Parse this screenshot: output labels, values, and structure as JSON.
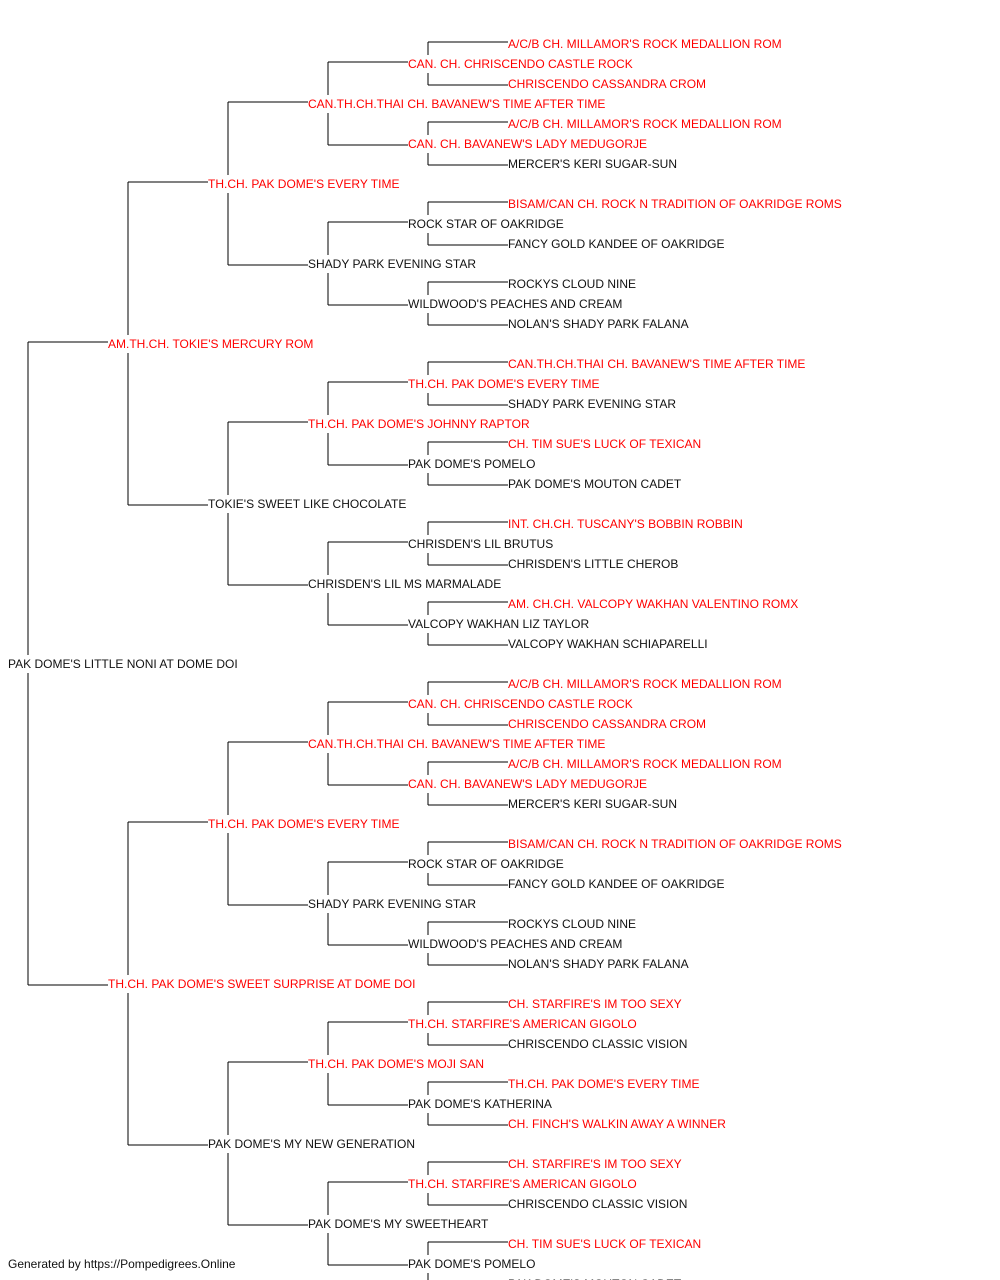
{
  "colors": {
    "champion": "#ff0000",
    "normal": "#111111",
    "line": "#000000"
  },
  "pedigree": {
    "subject": {
      "name": "PAK DOME'S LITTLE NONI AT DOME DOI",
      "champion": false
    },
    "sire": {
      "name": "AM.TH.CH. TOKIE'S MERCURY ROM",
      "champion": true,
      "sire": {
        "name": "TH.CH. PAK DOME'S EVERY TIME",
        "champion": true,
        "sire": {
          "name": "CAN.TH.CH.THAI CH. BAVANEW'S TIME AFTER TIME",
          "champion": true,
          "sire": {
            "name": "CAN. CH. CHRISCENDO CASTLE ROCK",
            "champion": true,
            "sire": {
              "name": "A/C/B CH. MILLAMOR'S ROCK MEDALLION ROM",
              "champion": true
            },
            "dam": {
              "name": "CHRISCENDO CASSANDRA CROM",
              "champion": true
            }
          },
          "dam": {
            "name": "CAN. CH. BAVANEW'S LADY MEDUGORJE",
            "champion": true,
            "sire": {
              "name": "A/C/B CH. MILLAMOR'S ROCK MEDALLION ROM",
              "champion": true
            },
            "dam": {
              "name": "MERCER'S KERI SUGAR-SUN",
              "champion": false
            }
          }
        },
        "dam": {
          "name": "SHADY PARK EVENING STAR",
          "champion": false,
          "sire": {
            "name": "ROCK STAR OF OAKRIDGE",
            "champion": false,
            "sire": {
              "name": "BISAM/CAN CH. ROCK N TRADITION OF OAKRIDGE ROMS",
              "champion": true
            },
            "dam": {
              "name": "FANCY GOLD KANDEE OF OAKRIDGE",
              "champion": false
            }
          },
          "dam": {
            "name": "WILDWOOD'S PEACHES AND CREAM",
            "champion": false,
            "sire": {
              "name": "ROCKYS CLOUD NINE",
              "champion": false
            },
            "dam": {
              "name": "NOLAN'S SHADY PARK FALANA",
              "champion": false
            }
          }
        }
      },
      "dam": {
        "name": "TOKIE'S SWEET LIKE CHOCOLATE",
        "champion": false,
        "sire": {
          "name": "TH.CH. PAK DOME'S JOHNNY RAPTOR",
          "champion": true,
          "sire": {
            "name": "TH.CH. PAK DOME'S EVERY TIME",
            "champion": true,
            "sire": {
              "name": "CAN.TH.CH.THAI CH. BAVANEW'S TIME AFTER TIME",
              "champion": true
            },
            "dam": {
              "name": "SHADY PARK EVENING STAR",
              "champion": false
            }
          },
          "dam": {
            "name": "PAK DOME'S POMELO",
            "champion": false,
            "sire": {
              "name": "CH. TIM SUE'S LUCK OF TEXICAN",
              "champion": true
            },
            "dam": {
              "name": "PAK DOME'S MOUTON CADET",
              "champion": false
            }
          }
        },
        "dam": {
          "name": "CHRISDEN'S LIL MS MARMALADE",
          "champion": false,
          "sire": {
            "name": "CHRISDEN'S LIL BRUTUS",
            "champion": false,
            "sire": {
              "name": "INT. CH.CH. TUSCANY'S BOBBIN ROBBIN",
              "champion": true
            },
            "dam": {
              "name": "CHRISDEN'S LITTLE CHEROB",
              "champion": false
            }
          },
          "dam": {
            "name": "VALCOPY WAKHAN LIZ TAYLOR",
            "champion": false,
            "sire": {
              "name": "AM. CH.CH. VALCOPY WAKHAN VALENTINO ROMX",
              "champion": true
            },
            "dam": {
              "name": "VALCOPY WAKHAN SCHIAPARELLI",
              "champion": false
            }
          }
        }
      }
    },
    "dam": {
      "name": "TH.CH. PAK DOME'S SWEET SURPRISE AT DOME DOI",
      "champion": true,
      "sire": {
        "name": "TH.CH. PAK DOME'S EVERY TIME",
        "champion": true,
        "sire": {
          "name": "CAN.TH.CH.THAI CH. BAVANEW'S TIME AFTER TIME",
          "champion": true,
          "sire": {
            "name": "CAN. CH. CHRISCENDO CASTLE ROCK",
            "champion": true,
            "sire": {
              "name": "A/C/B CH. MILLAMOR'S ROCK MEDALLION ROM",
              "champion": true
            },
            "dam": {
              "name": "CHRISCENDO CASSANDRA CROM",
              "champion": true
            }
          },
          "dam": {
            "name": "CAN. CH. BAVANEW'S LADY MEDUGORJE",
            "champion": true,
            "sire": {
              "name": "A/C/B CH. MILLAMOR'S ROCK MEDALLION ROM",
              "champion": true
            },
            "dam": {
              "name": "MERCER'S KERI SUGAR-SUN",
              "champion": false
            }
          }
        },
        "dam": {
          "name": "SHADY PARK EVENING STAR",
          "champion": false,
          "sire": {
            "name": "ROCK STAR OF OAKRIDGE",
            "champion": false,
            "sire": {
              "name": "BISAM/CAN CH. ROCK N TRADITION OF OAKRIDGE ROMS",
              "champion": true
            },
            "dam": {
              "name": "FANCY GOLD KANDEE OF OAKRIDGE",
              "champion": false
            }
          },
          "dam": {
            "name": "WILDWOOD'S PEACHES AND CREAM",
            "champion": false,
            "sire": {
              "name": "ROCKYS CLOUD NINE",
              "champion": false
            },
            "dam": {
              "name": "NOLAN'S SHADY PARK FALANA",
              "champion": false
            }
          }
        }
      },
      "dam": {
        "name": "PAK DOME'S MY NEW GENERATION",
        "champion": false,
        "sire": {
          "name": "TH.CH. PAK DOME'S MOJI SAN",
          "champion": true,
          "sire": {
            "name": "TH.CH. STARFIRE'S AMERICAN GIGOLO",
            "champion": true,
            "sire": {
              "name": "CH. STARFIRE'S IM TOO SEXY",
              "champion": true
            },
            "dam": {
              "name": "CHRISCENDO CLASSIC VISION",
              "champion": false
            }
          },
          "dam": {
            "name": "PAK DOME'S KATHERINA",
            "champion": false,
            "sire": {
              "name": "TH.CH. PAK DOME'S EVERY TIME",
              "champion": true
            },
            "dam": {
              "name": "CH. FINCH'S WALKIN AWAY A WINNER",
              "champion": true
            }
          }
        },
        "dam": {
          "name": "PAK DOME'S MY SWEETHEART",
          "champion": false,
          "sire": {
            "name": "TH.CH. STARFIRE'S AMERICAN GIGOLO",
            "champion": true,
            "sire": {
              "name": "CH. STARFIRE'S IM TOO SEXY",
              "champion": true
            },
            "dam": {
              "name": "CHRISCENDO CLASSIC VISION",
              "champion": false
            }
          },
          "dam": {
            "name": "PAK DOME'S POMELO",
            "champion": false,
            "sire": {
              "name": "CH. TIM SUE'S LUCK OF TEXICAN",
              "champion": true
            },
            "dam": {
              "name": "PAK DOME'S MOUTON CADET",
              "champion": false
            }
          }
        }
      }
    }
  },
  "footer": "Generated by https://Pompedigrees.Online"
}
